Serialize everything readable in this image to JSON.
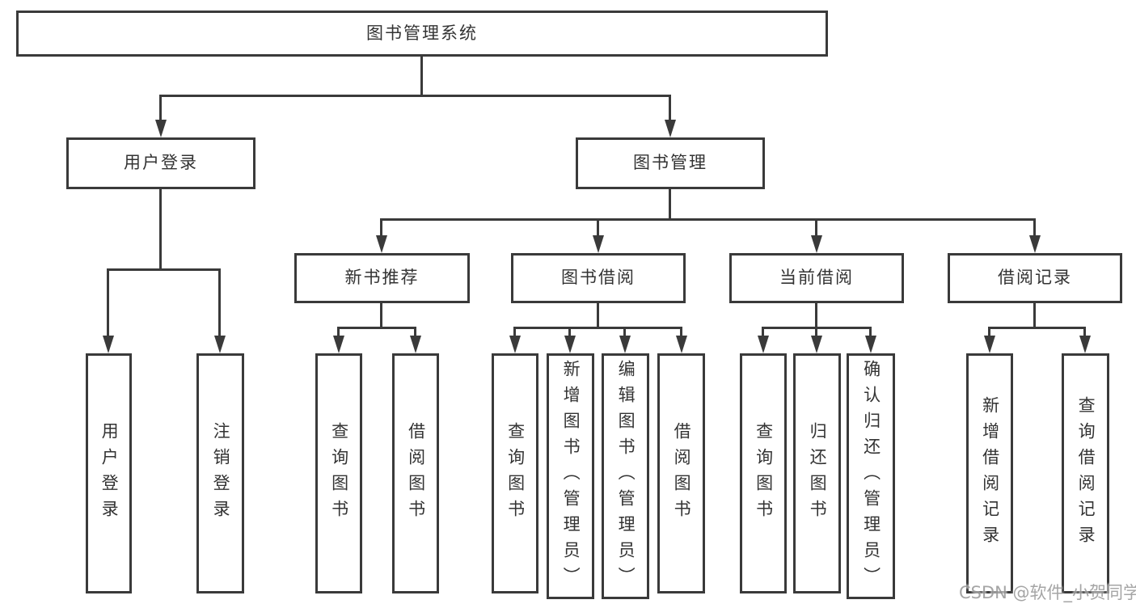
{
  "tree": {
    "root": {
      "label": "图书管理系统"
    },
    "branches": [
      {
        "label": "用户登录",
        "children": [
          {
            "label": "用户登录"
          },
          {
            "label": "注销登录"
          }
        ]
      },
      {
        "label": "图书管理",
        "sections": [
          {
            "label": "新书推荐",
            "children": [
              {
                "label": "查询图书"
              },
              {
                "label": "借阅图书"
              }
            ]
          },
          {
            "label": "图书借阅",
            "children": [
              {
                "label": "查询图书"
              },
              {
                "label": "新增图书（管理员）"
              },
              {
                "label": "编辑图书（管理员）"
              },
              {
                "label": "借阅图书"
              }
            ]
          },
          {
            "label": "当前借阅",
            "children": [
              {
                "label": "查询图书"
              },
              {
                "label": "归还图书"
              },
              {
                "label": "确认归还（管理员）"
              }
            ]
          },
          {
            "label": "借阅记录",
            "children": [
              {
                "label": "新增借阅记录"
              },
              {
                "label": "查询借阅记录"
              }
            ]
          }
        ]
      }
    ]
  },
  "watermark": "CSDN @软件_小贺同学",
  "colors": {
    "line": "#3a3a3a",
    "text": "#333333",
    "background": "#ffffff",
    "watermark": "#9c9c9c"
  }
}
